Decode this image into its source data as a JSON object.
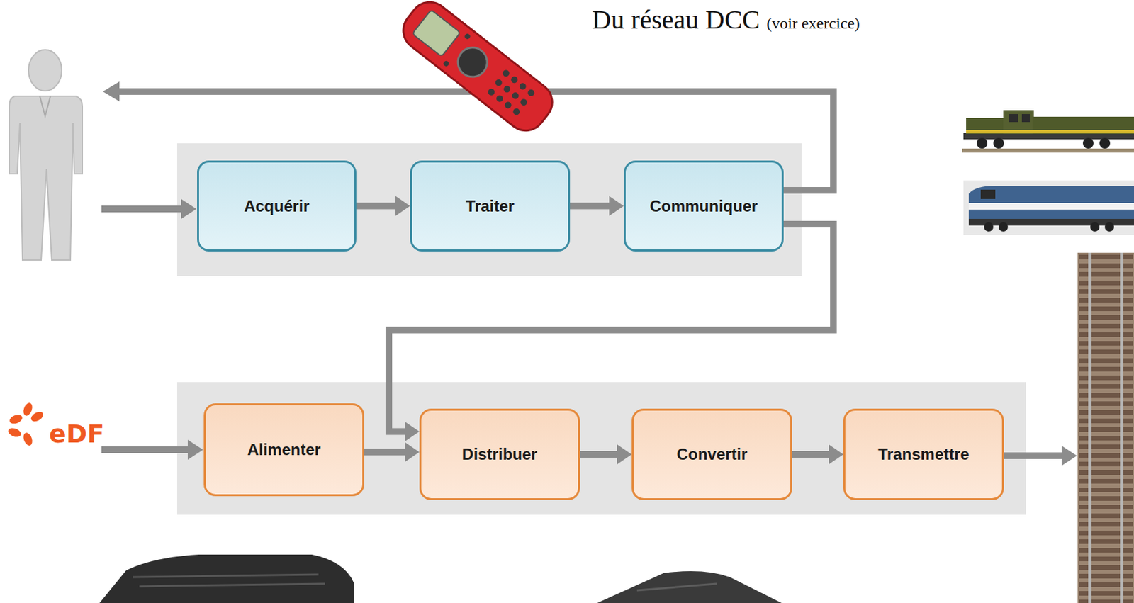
{
  "diagram": {
    "title": "Du réseau DCC",
    "nodes": [
      {
        "text": [
          "Acquérir"
        ]
      },
      {
        "text": [
          "Traiter"
        ]
      },
      {
        "text": [
          "Communiquer"
        ]
      },
      {
        "text": [
          "Alimenter"
        ]
      },
      {
        "text": [
          "Distribuer"
        ]
      },
      {
        "text": [
          "Convertir"
        ]
      },
      {
        "text": [
          "Transmettre"
        ]
      }
    ],
    "edges": [
      {
        "from": 0,
        "to": 1,
        "arrow": "to"
      },
      {
        "from": 1,
        "to": 2,
        "arrow": "to"
      },
      {
        "from": 2,
        "to": 4,
        "arrow": "to"
      },
      {
        "from": 3,
        "to": 4,
        "arrow": "to"
      },
      {
        "from": 4,
        "to": 5,
        "arrow": "to"
      },
      {
        "from": 5,
        "to": 6,
        "arrow": "to"
      }
    ],
    "labels": [
      "(voir exercice)",
      "eDF"
    ]
  }
}
